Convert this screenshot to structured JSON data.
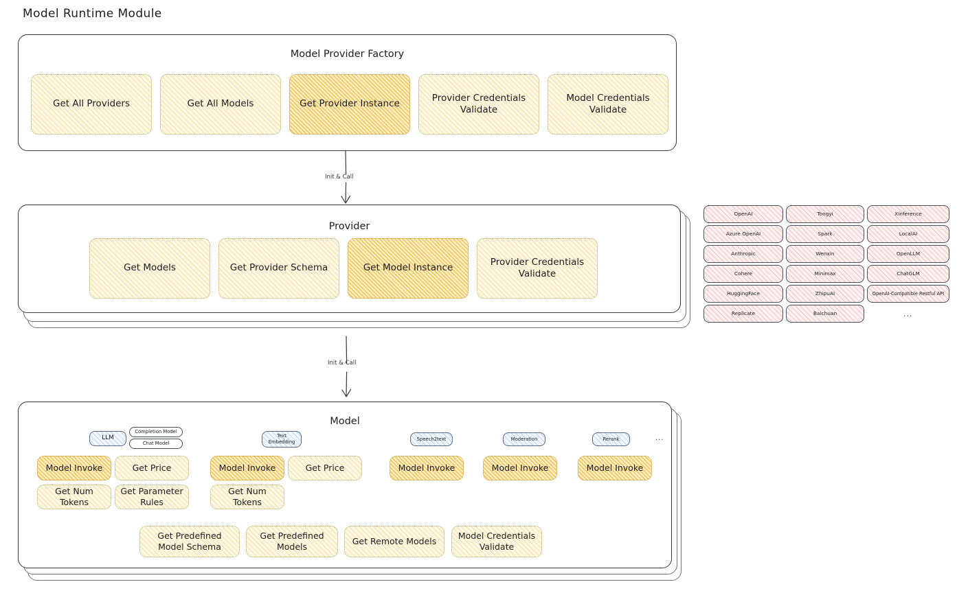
{
  "title": "Model Runtime Module",
  "arrows": [
    {
      "label": "Init & Call"
    },
    {
      "label": "Init & Call"
    }
  ],
  "factory": {
    "title": "Model Provider Factory",
    "boxes": [
      {
        "label": "Get All Providers",
        "highlight": false
      },
      {
        "label": "Get All Models",
        "highlight": false
      },
      {
        "label": "Get Provider Instance",
        "highlight": true
      },
      {
        "label": "Provider Credentials Validate",
        "highlight": false
      },
      {
        "label": "Model Credentials Validate",
        "highlight": false
      }
    ]
  },
  "provider": {
    "title": "Provider",
    "boxes": [
      {
        "label": "Get Models",
        "highlight": false
      },
      {
        "label": "Get Provider Schema",
        "highlight": false
      },
      {
        "label": "Get Model Instance",
        "highlight": true
      },
      {
        "label": "Provider Credentials Validate",
        "highlight": false
      }
    ]
  },
  "provider_list": {
    "ellipsis": "...",
    "columns": [
      [
        "OpenAI",
        "Azure OpenAI",
        "Anthropic",
        "Cohere",
        "HuggingFace",
        "Replicate"
      ],
      [
        "Tongyi",
        "Spark",
        "Wenxin",
        "Minimax",
        "ZhipuAI",
        "Baichuan"
      ],
      [
        "Xinference",
        "LocalAI",
        "OpenLLM",
        "ChatGLM",
        "OpenAI-Compatible Restful API"
      ]
    ]
  },
  "model": {
    "title": "Model",
    "ellipsis": "...",
    "types": [
      {
        "tag": "LLM",
        "subtags": [
          "Completion Model",
          "Chat Model"
        ],
        "methods": [
          "Model Invoke",
          "Get Price",
          "Get Num Tokens",
          "Get Parameter Rules"
        ]
      },
      {
        "tag": "Text Embedding",
        "subtags": [],
        "methods": [
          "Model Invoke",
          "Get Price",
          "Get Num Tokens"
        ]
      },
      {
        "tag": "Speech2text",
        "subtags": [],
        "methods": [
          "Model Invoke"
        ]
      },
      {
        "tag": "Moderation",
        "subtags": [],
        "methods": [
          "Model Invoke"
        ]
      },
      {
        "tag": "Rerank",
        "subtags": [],
        "methods": [
          "Model Invoke"
        ]
      }
    ],
    "common_methods": [
      "Get Predefined Model Schema",
      "Get Predefined Models",
      "Get Remote Models",
      "Model Credentials Validate"
    ]
  },
  "colors": {
    "highlight": "#f0af28",
    "light_yellow": "#fdf8e3",
    "provider_pink": "#fdf0f0",
    "model_tag_blue": "#f2f7fd",
    "stroke": "#343a40"
  }
}
